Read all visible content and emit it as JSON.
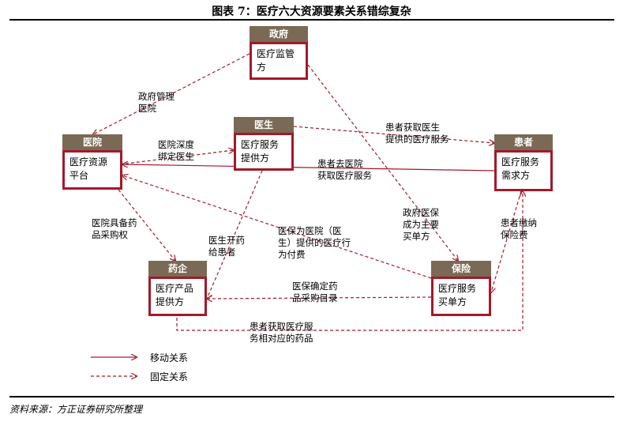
{
  "title": "图表 7：医疗六大资源要素关系错综复杂",
  "source": "资料来源：方正证券研究所整理",
  "nodes": {
    "gov": {
      "header": "政府",
      "body": "医疗监管\n方"
    },
    "doctor": {
      "header": "医生",
      "body": "医疗服务\n提供方"
    },
    "hospital": {
      "header": "医院",
      "body": "医疗资源\n平台"
    },
    "patient": {
      "header": "患者",
      "body": "医疗服务\n需求方"
    },
    "pharma": {
      "header": "药企",
      "body": "医疗产品\n提供方"
    },
    "insurance": {
      "header": "保险",
      "body": "医疗服务\n买单方"
    }
  },
  "labels": {
    "gov_hospital": "政府管理\n医院",
    "hospital_doctor": "医院深度\n绑定医生",
    "doctor_patient": "患者获取医生\n提供的医疗服务",
    "patient_hospital": "患者去医院\n获取医疗服务",
    "gov_insurance": "政府医保\n成为主要\n买单方",
    "patient_insurance": "患者缴纳\n保险费",
    "hospital_pharma": "医院具备药\n品采购权",
    "doctor_pharma": "医生开药\n给患者",
    "insurance_hospital": "医保为医院（医\n生）提供的医疗行\n为付费",
    "insurance_pharma": "医保确定药\n品采购目录",
    "pharma_patient": "患者获取医疗服\n务相对应的药品"
  },
  "legend": {
    "solid": "移动关系",
    "dashed": "固定关系"
  },
  "colors": {
    "accent": "#a3192b",
    "header": "#7a6a55"
  }
}
